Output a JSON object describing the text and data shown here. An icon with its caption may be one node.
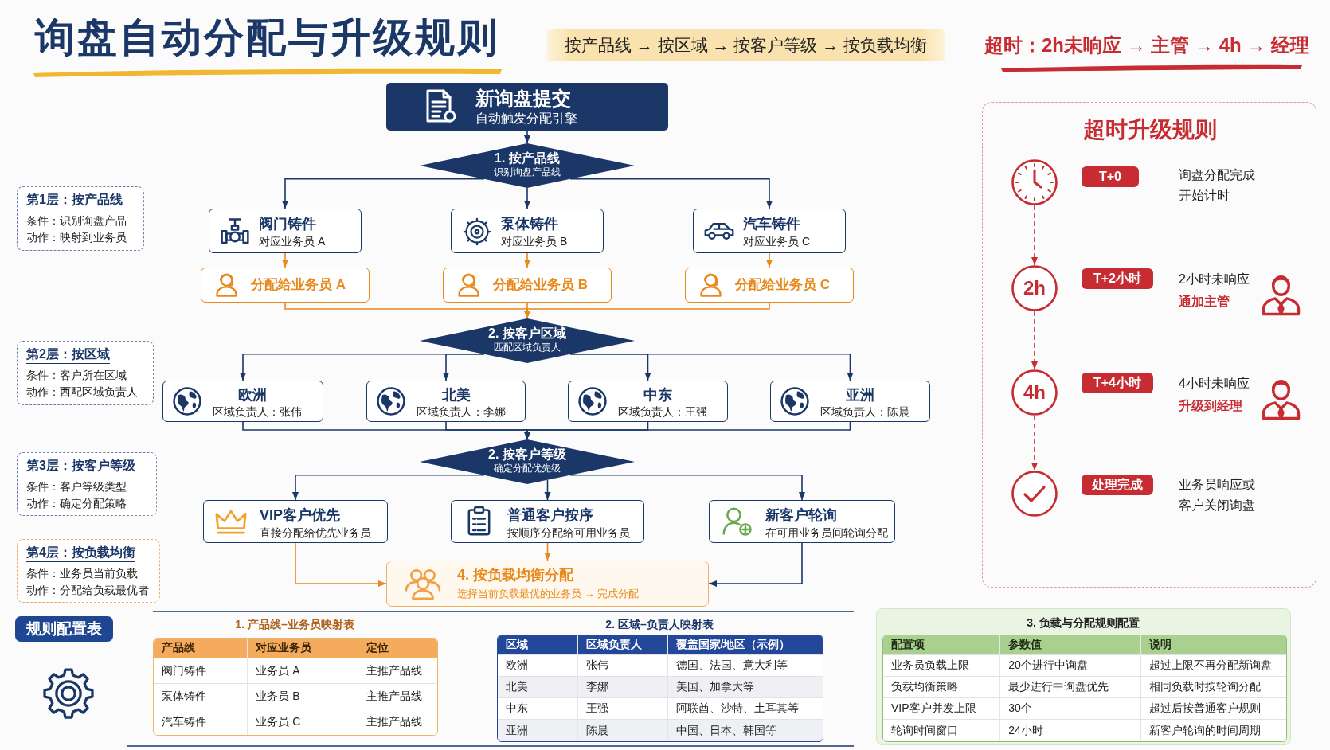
{
  "diagram": {
    "title": "询盘自动分配与升级规则",
    "nodes": [
      {
        "text": [
          "新询盘提交",
          "自动触发分配引擎"
        ]
      },
      {
        "text": [
          "1. 按产品线",
          "识别询盘产品线"
        ]
      },
      {
        "text": [
          "阀门铸件",
          "对应业务员 A"
        ]
      },
      {
        "text": [
          "泵体铸件",
          "对应业务员 B"
        ]
      },
      {
        "text": [
          "汽车铸件",
          "对应业务员 C"
        ]
      },
      {
        "text": [
          "分配给业务员 A"
        ]
      },
      {
        "text": [
          "分配给业务员 B"
        ]
      },
      {
        "text": [
          "分配给业务员 C"
        ]
      },
      {
        "text": [
          "2. 按客户区域",
          "匹配区域负责人"
        ]
      },
      {
        "text": [
          "欧洲",
          "区域负责人：张伟"
        ]
      },
      {
        "text": [
          "北美",
          "区域负责人：李娜"
        ]
      },
      {
        "text": [
          "中东",
          "区域负责人：王强"
        ]
      },
      {
        "text": [
          "亚洲",
          "区域负责人：陈晨"
        ]
      },
      {
        "text": [
          "2. 按客户等级",
          "确定分配优先级"
        ]
      },
      {
        "text": [
          "VIP客户优先",
          "直接分配给优先业务员"
        ]
      },
      {
        "text": [
          "普通客户按序",
          "按顺序分配给可用业务员"
        ]
      },
      {
        "text": [
          "新客户轮询",
          "在可用业务员间轮询分配"
        ]
      },
      {
        "text": [
          "4. 按负载均衡分配",
          "选择当前负载最优的业务员 → 完成分配"
        ]
      },
      {
        "text": [
          "第1层：按产品线",
          "条件：识别询盘产品",
          "动作：映射到业务员"
        ]
      },
      {
        "text": [
          "第2层：按区域",
          "条件：客户所在区域",
          "动作：西配区域负责人"
        ]
      },
      {
        "text": [
          "第3层：按客户等级",
          "条件：客户等级类型",
          "动作：确定分配策略"
        ]
      },
      {
        "text": [
          "第4层：按负载均衡",
          "条件：业务员当前负载",
          "动作：分配给负载最优者"
        ]
      },
      {
        "text": [
          "超时升级规则"
        ]
      },
      {
        "text": [],
        "shape": "circle",
        "in": 22
      },
      {
        "text": [
          "T+0"
        ],
        "in": 22,
        "beside": [
          "询盘分配完成开始计时"
        ]
      },
      {
        "text": [
          "2h"
        ],
        "in": 22
      },
      {
        "text": [
          "T+2小时"
        ],
        "in": 22,
        "beside": [
          "2小时未响应",
          "通加主管"
        ]
      },
      {
        "text": [
          "4h"
        ],
        "in": 22
      },
      {
        "text": [
          "T+4小时"
        ],
        "in": 22,
        "beside": [
          "4小时未响应",
          "升级到经理"
        ]
      },
      {
        "text": [],
        "shape": "circle",
        "in": 22
      },
      {
        "text": [
          "处理完成"
        ],
        "in": 22,
        "beside": [
          "业务员响应或客户关闭询盘"
        ]
      },
      {
        "text": [
          "规则配置表"
        ]
      }
    ],
    "edges": [
      {
        "from": 0,
        "to": 1,
        "arrow": "to"
      },
      {
        "from": 1,
        "to": 2,
        "arrow": "to"
      },
      {
        "from": 1,
        "to": 3,
        "arrow": "to"
      },
      {
        "from": 1,
        "to": 4,
        "arrow": "to"
      },
      {
        "from": 2,
        "to": 5,
        "arrow": "to",
        "color": "#e8891c"
      },
      {
        "from": 3,
        "to": 6,
        "arrow": "to",
        "color": "#e8891c"
      },
      {
        "from": 4,
        "to": 7,
        "arrow": "to",
        "color": "#e8891c"
      },
      {
        "from": 5,
        "to": 8,
        "arrow": "to",
        "color": "#e8891c"
      },
      {
        "from": 6,
        "to": 8,
        "arrow": "to",
        "color": "#e8891c"
      },
      {
        "from": 7,
        "to": 8,
        "arrow": "to",
        "color": "#e8891c"
      },
      {
        "from": 8,
        "to": 9,
        "arrow": "to"
      },
      {
        "from": 8,
        "to": 10,
        "arrow": "to"
      },
      {
        "from": 8,
        "to": 11,
        "arrow": "to"
      },
      {
        "from": 8,
        "to": 12,
        "arrow": "to"
      },
      {
        "from": 9,
        "to": 13,
        "arrow": "to"
      },
      {
        "from": 10,
        "to": 13,
        "arrow": "to"
      },
      {
        "from": 11,
        "to": 13,
        "arrow": "to"
      },
      {
        "from": 12,
        "to": 13,
        "arrow": "to"
      },
      {
        "from": 13,
        "to": 14,
        "arrow": "to"
      },
      {
        "from": 13,
        "to": 15,
        "arrow": "to"
      },
      {
        "from": 13,
        "to": 16,
        "arrow": "to"
      },
      {
        "from": 14,
        "to": 17,
        "arrow": "to",
        "color": "#e8891c"
      },
      {
        "from": 15,
        "to": 17,
        "arrow": "to",
        "color": "#e8891c"
      },
      {
        "from": 16,
        "to": 17,
        "arrow": "to"
      },
      {
        "from": 23,
        "to": 25,
        "arrow": "to",
        "style": "dashed",
        "color": "#c62c31"
      },
      {
        "from": 25,
        "to": 27,
        "arrow": "to",
        "style": "dashed",
        "color": "#c62c31"
      },
      {
        "from": 27,
        "to": 29,
        "arrow": "to",
        "style": "dashed",
        "color": "#c62c31"
      }
    ],
    "labels": [
      "按产品线 → 按区域 → 按客户等级 → 按负载均衡",
      "超时：2h未响应 → 主管 → 4h → 经理",
      "1. 产品线–业务员映射表",
      "产品线",
      "对应业务员",
      "定位",
      "阀门铸件",
      "业务员 A",
      "主推产品线",
      "泵体铸件",
      "业务员 B",
      "主推产品线",
      "汽车铸件",
      "业务员 C",
      "主推产品线",
      "2. 区域–负责人映射表",
      "区域",
      "区域负责人",
      "覆盖国家/地区（示例）",
      "欧洲",
      "张伟",
      "德国、法国、意大利等",
      "北美",
      "李娜",
      "美国、加拿大等",
      "中东",
      "王强",
      "阿联酋、沙特、土耳其等",
      "亚洲",
      "陈晨",
      "中国、日本、韩国等",
      "3. 负载与分配规则配置",
      "配置项",
      "参数值",
      "说明",
      "业务员负载上限",
      "20个进行中询盘",
      "超过上限不再分配新询盘",
      "负载均衡策略",
      "最少进行中询盘优先",
      "相同负载时按轮询分配",
      "VIP客户并发上限",
      "30个",
      "超过后按普通客户规则",
      "轮询时间窗口",
      "24小时",
      "新客户轮询的时间周期"
    ]
  }
}
